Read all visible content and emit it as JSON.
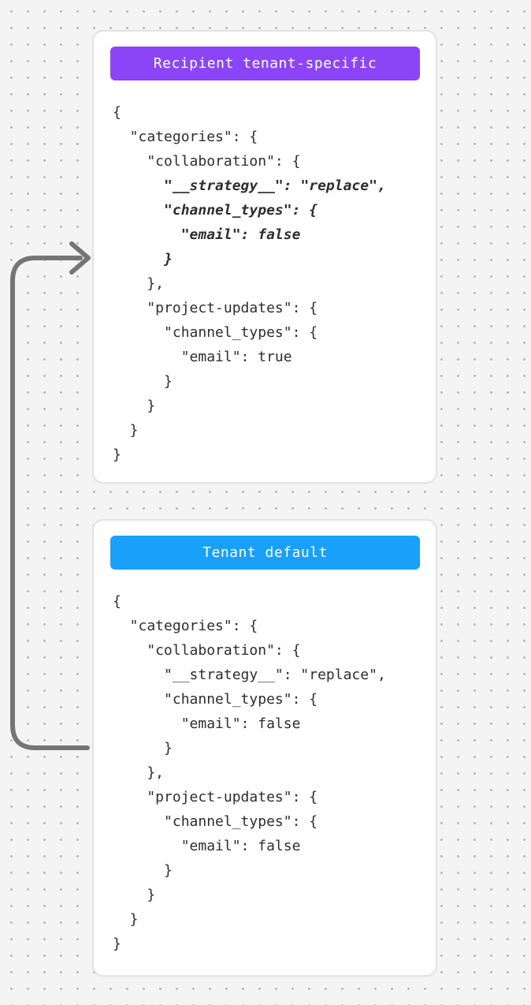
{
  "background": {
    "color": "#f4f4f5",
    "dot_color": "#b9b9bd"
  },
  "arrow": {
    "description": "curved connector from tenant-default card pointing into recipient tenant-specific card",
    "color": "#757575"
  },
  "cards": [
    {
      "title": "Recipient tenant-specific",
      "title_bg": "#8c44f8",
      "title_color": "#ffffff",
      "code_lines": [
        {
          "text": "{",
          "emphasis": false
        },
        {
          "text": "  \"categories\": {",
          "emphasis": false
        },
        {
          "text": "    \"collaboration\": {",
          "emphasis": false
        },
        {
          "text": "      \"__strategy__\": \"replace\",",
          "emphasis": true
        },
        {
          "text": "      \"channel_types\": {",
          "emphasis": true
        },
        {
          "text": "        \"email\": false",
          "emphasis": true
        },
        {
          "text": "      }",
          "emphasis": true
        },
        {
          "text": "    },",
          "emphasis": false
        },
        {
          "text": "    \"project-updates\": {",
          "emphasis": false
        },
        {
          "text": "      \"channel_types\": {",
          "emphasis": false
        },
        {
          "text": "        \"email\": true",
          "emphasis": false
        },
        {
          "text": "      }",
          "emphasis": false
        },
        {
          "text": "    }",
          "emphasis": false
        },
        {
          "text": "  }",
          "emphasis": false
        },
        {
          "text": "}",
          "emphasis": false
        }
      ]
    },
    {
      "title": "Tenant default",
      "title_bg": "#18a0fb",
      "title_color": "#ffffff",
      "code_lines": [
        {
          "text": "{",
          "emphasis": false
        },
        {
          "text": "  \"categories\": {",
          "emphasis": false
        },
        {
          "text": "    \"collaboration\": {",
          "emphasis": false
        },
        {
          "text": "      \"__strategy__\": \"replace\",",
          "emphasis": false
        },
        {
          "text": "      \"channel_types\": {",
          "emphasis": false
        },
        {
          "text": "        \"email\": false",
          "emphasis": false
        },
        {
          "text": "      }",
          "emphasis": false
        },
        {
          "text": "    },",
          "emphasis": false
        },
        {
          "text": "    \"project-updates\": {",
          "emphasis": false
        },
        {
          "text": "      \"channel_types\": {",
          "emphasis": false
        },
        {
          "text": "        \"email\": false",
          "emphasis": false
        },
        {
          "text": "      }",
          "emphasis": false
        },
        {
          "text": "    }",
          "emphasis": false
        },
        {
          "text": "  }",
          "emphasis": false
        },
        {
          "text": "}",
          "emphasis": false
        }
      ]
    }
  ]
}
